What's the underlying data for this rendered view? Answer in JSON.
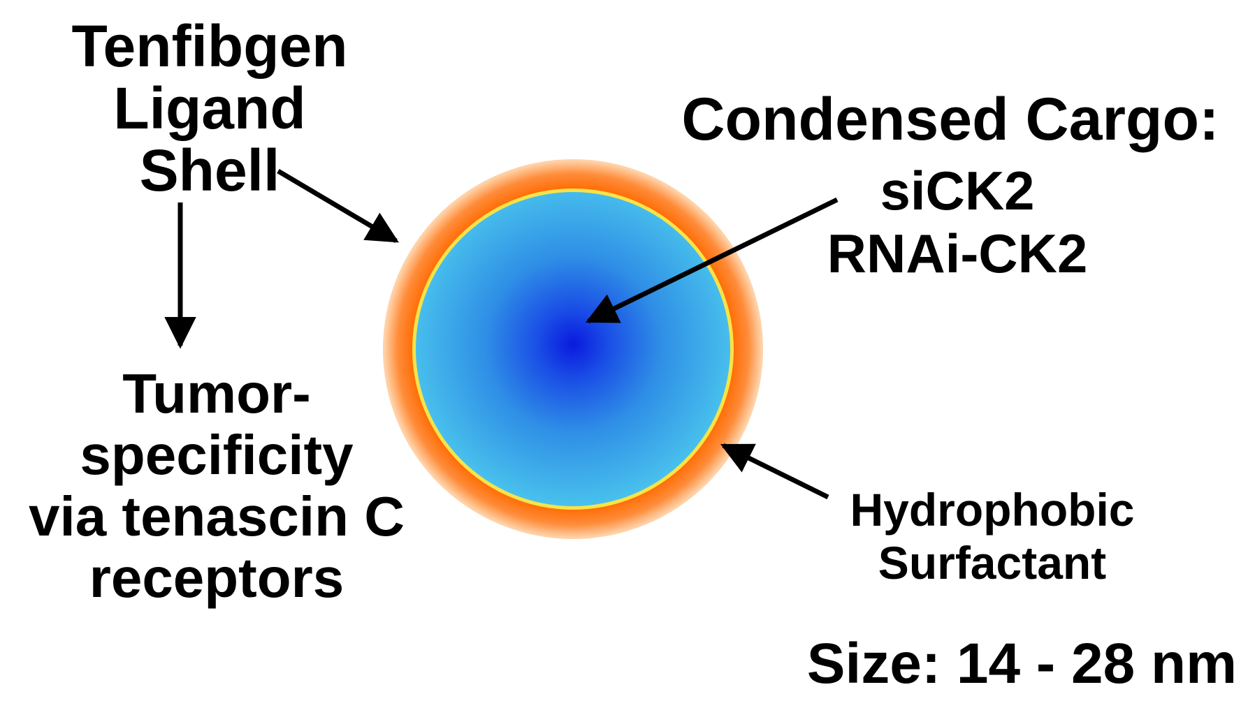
{
  "labels": {
    "shell": {
      "lines": [
        "Tenfibgen",
        "Ligand",
        "Shell"
      ]
    },
    "cargo": {
      "title": "Condensed Cargo:",
      "lines": [
        "siCK2",
        "RNAi-CK2"
      ]
    },
    "tumor": {
      "lines": [
        "Tumor-",
        "specificity",
        "via tenascin C",
        "receptors"
      ]
    },
    "surfactant": {
      "lines": [
        "Hydrophobic",
        "Surfactant"
      ]
    },
    "size": {
      "text": "Size: 14 - 28 nm"
    }
  },
  "colors": {
    "shell_outer": "#ff6a00",
    "shell_edge": "#ffd2a8",
    "surfactant_ring": "#f7e34a",
    "core_outer": "#48c0ec",
    "core_center": "#0a1adf",
    "arrow": "#000000",
    "text": "#000000"
  }
}
